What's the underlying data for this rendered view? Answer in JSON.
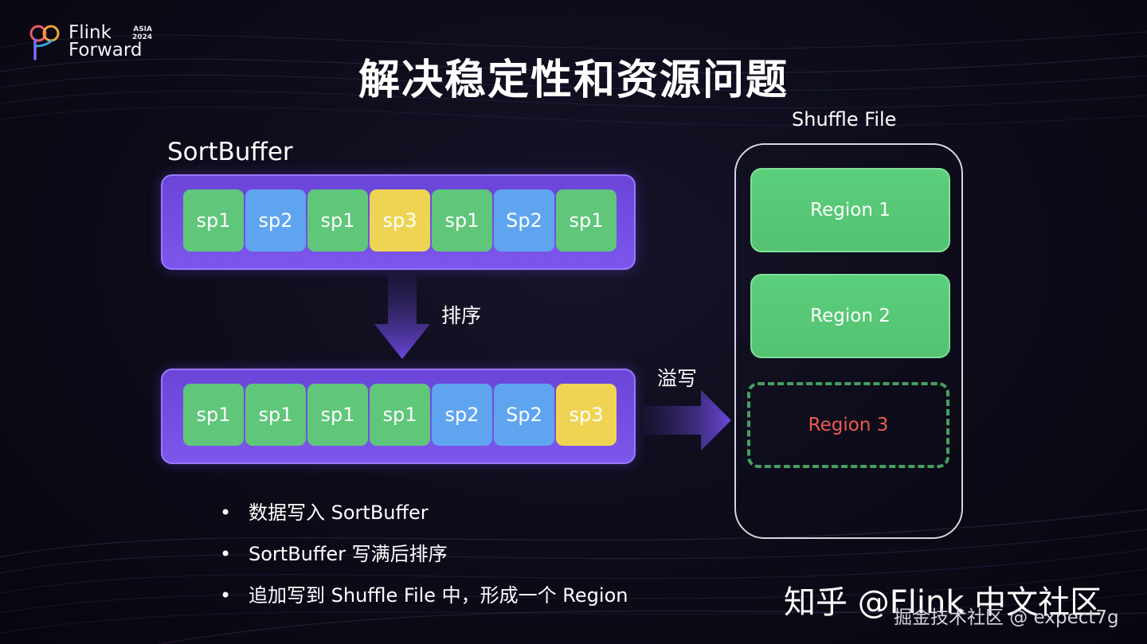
{
  "logo": {
    "line1": "Flink",
    "line2": "Forward",
    "badge_top": "ASIA",
    "badge_year": "2024"
  },
  "title": "解决稳定性和资源问题",
  "sortbuffer_label": "SortBuffer",
  "before_sort": [
    "sp1",
    "sp2",
    "sp1",
    "sp3",
    "sp1",
    "Sp2",
    "sp1"
  ],
  "after_sort": [
    "sp1",
    "sp1",
    "sp1",
    "sp1",
    "sp2",
    "Sp2",
    "sp3"
  ],
  "sort_label": "排序",
  "spill_label": "溢写",
  "shuffle_file": {
    "label": "Shuffle File",
    "regions": [
      "Region 1",
      "Region 2",
      "Region 3"
    ]
  },
  "bullets": [
    "数据写入 SortBuffer",
    "SortBuffer 写满后排序",
    "追加写到 Shuffle File 中，形成一个 Region"
  ],
  "watermark": {
    "main": "知乎 @Flink 中文社区",
    "sub": "掘金技术社区 @ expect7g"
  },
  "colors": {
    "green": "#5fc67a",
    "blue": "#5fa4ef",
    "yellow": "#efd454",
    "purple": "#7d56ec",
    "region_new_text": "#ee5a4f"
  }
}
